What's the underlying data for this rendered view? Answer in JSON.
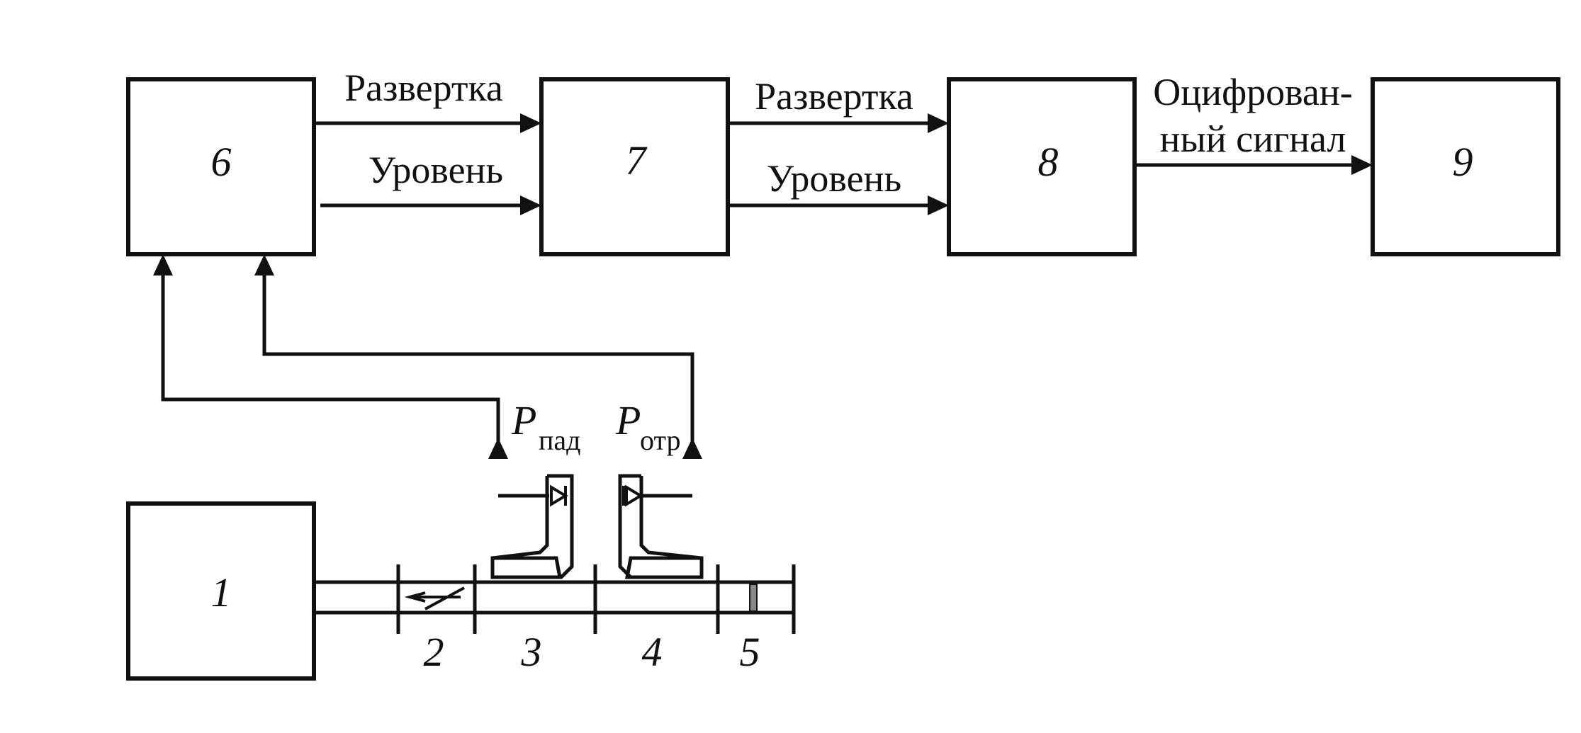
{
  "blocks": {
    "b6": "6",
    "b7": "7",
    "b8": "8",
    "b9": "9",
    "b1": "1"
  },
  "signals": {
    "sweep_6_7": "Развертка",
    "level_6_7": "Уровень",
    "sweep_7_8": "Развертка",
    "level_7_8": "Уровень",
    "digital_line1": "Оцифрован-",
    "digital_line2": "ный сигнал"
  },
  "power": {
    "incident_symbol": "P",
    "incident_sub": "пад",
    "reflected_symbol": "P",
    "reflected_sub": "отр"
  },
  "waveguide_sections": [
    "2",
    "3",
    "4",
    "5"
  ]
}
